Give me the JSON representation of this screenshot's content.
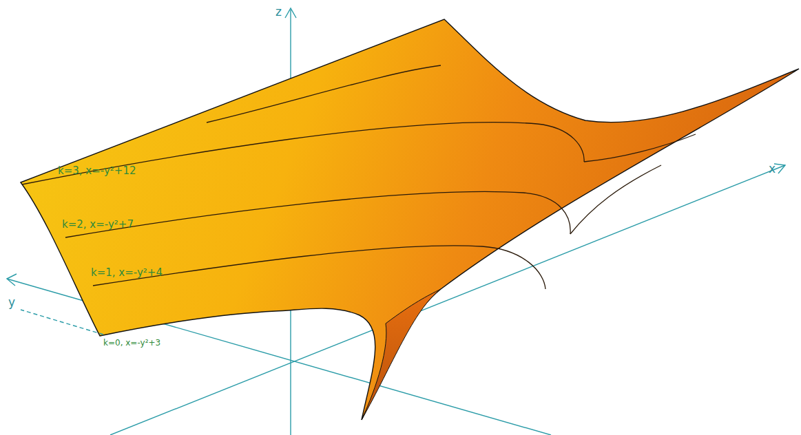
{
  "diagram": {
    "labels": [
      "z",
      "x",
      "y",
      "k=3, x=-y²+12",
      "k=2, x=-y²+7",
      "k=1, x=-y²+4",
      "k=0, x=-y²+3"
    ]
  }
}
